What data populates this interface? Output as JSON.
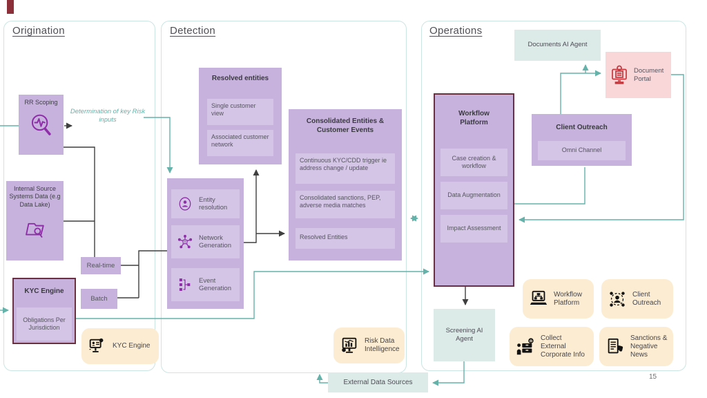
{
  "sections": {
    "origination": {
      "title": "Origination"
    },
    "detection": {
      "title": "Detection"
    },
    "operations": {
      "title": "Operations"
    }
  },
  "origination": {
    "rr_scoping_label": "RR Scoping",
    "risk_inputs_note": "Determination of key Risk inputs",
    "internal_source_label": "Internal Source Systems Data (e.g Data Lake)",
    "real_time_label": "Real-time",
    "batch_label": "Batch",
    "kyc_engine_title": "KYC Engine",
    "kyc_engine_sub": "Obligations Per Jurisdiction",
    "kyc_engine_legend": "KYC Engine"
  },
  "detection": {
    "resolved_entities_title": "Resolved entities",
    "resolved_entities_items": [
      "Single customer view",
      "Associated customer network"
    ],
    "pipeline_items": [
      {
        "label": "Entity resolution",
        "icon": "person-circle-icon"
      },
      {
        "label": "Network Generation",
        "icon": "network-icon"
      },
      {
        "label": "Event Generation",
        "icon": "event-flow-icon"
      }
    ],
    "consolidated_title": "Consolidated Entities & Customer Events",
    "consolidated_items": [
      "Continuous KYC/CDD trigger ie address change / update",
      "Consolidated sanctions, PEP, adverse media matches",
      "Resolved Entities"
    ],
    "risk_data_legend": "Risk Data Intelligence"
  },
  "operations": {
    "documents_ai_label": "Documents AI Agent",
    "document_portal_label": "Document Portal",
    "client_outreach_title": "Client Outreach",
    "client_outreach_sub": "Omni Channel",
    "workflow_platform_title": "Workflow Platform",
    "workflow_items": [
      "Case creation & workflow",
      "Data Augmentation",
      "Impact Assessment"
    ],
    "screening_ai_label": "Screening AI Agent",
    "legend_workflow": "Workflow Platform",
    "legend_client_outreach": "Client Outreach",
    "legend_collect_external": "Collect External Corporate Info",
    "legend_sanctions": "Sanctions & Negative News"
  },
  "footer": {
    "external_data_sources_label": "External Data Sources",
    "page_number": "15"
  },
  "colors": {
    "purple_box": "#c7b2dd",
    "purple_sub": "#d4c5e7",
    "teal_box": "#dcebe8",
    "pink_box": "#f9d7d9",
    "orange_box": "#fcecd1",
    "teal_line": "#64b2aa",
    "black_line": "#3f3f3f",
    "maroon_border": "#6b3040",
    "icon_purple": "#8e2fa8",
    "icon_red": "#c4383e"
  }
}
